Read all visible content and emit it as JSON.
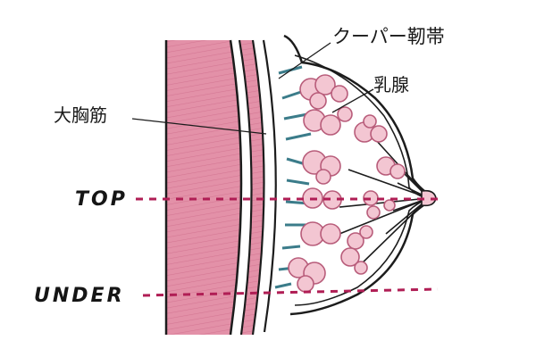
{
  "labels": {
    "cooper": "クーパー靭帯",
    "mammary": "乳腺",
    "pectoral": "大胸筋",
    "top": "TOP",
    "under": "UNDER"
  },
  "colors": {
    "muscle": "#e391a8",
    "muscle_stroke": "#c96585",
    "outline": "#1c1c1c",
    "ligament": "#3b7c8a",
    "gland": "#f3c6d2",
    "gland_stroke": "#b85c7a",
    "dashed_line": "#b01e55",
    "background": "#ffffff"
  }
}
